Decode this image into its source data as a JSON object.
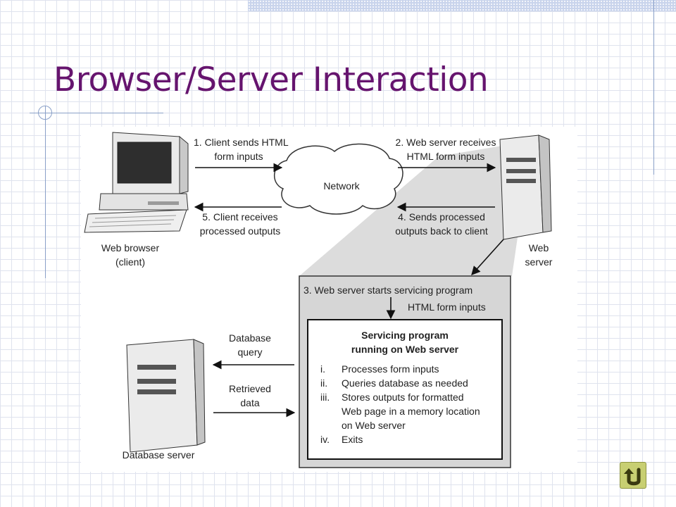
{
  "slide": {
    "title": "Browser/Server Interaction"
  },
  "diagram": {
    "client_label": [
      "Web browser",
      "(client)"
    ],
    "web_server_label": [
      "Web",
      "server"
    ],
    "network_label": "Network",
    "db_server_label": "Database server",
    "arrow_1": [
      "1. Client sends HTML",
      "form inputs"
    ],
    "arrow_2": [
      "2. Web server receives",
      "HTML form inputs"
    ],
    "arrow_4": [
      "4. Sends processed",
      "outputs back to client"
    ],
    "arrow_5": [
      "5. Client receives",
      "processed outputs"
    ],
    "step_3": "3. Web server starts servicing program",
    "html_form_inputs": "HTML form inputs",
    "db_query": [
      "Database",
      "query"
    ],
    "retrieved_data": [
      "Retrieved",
      "data"
    ],
    "program_title": [
      "Servicing program",
      "running on Web server"
    ],
    "program_steps": [
      {
        "num": "i.",
        "lines": [
          "Processes form inputs"
        ]
      },
      {
        "num": "ii.",
        "lines": [
          "Queries database as needed"
        ]
      },
      {
        "num": "iii.",
        "lines": [
          "Stores outputs for formatted",
          "Web page in a memory location",
          "on Web server"
        ]
      },
      {
        "num": "iv.",
        "lines": [
          "Exits"
        ]
      }
    ]
  },
  "nav": {
    "return_icon": "u-turn-return-icon",
    "colors": {
      "button": "#c8cf72",
      "title": "#66146e"
    }
  }
}
